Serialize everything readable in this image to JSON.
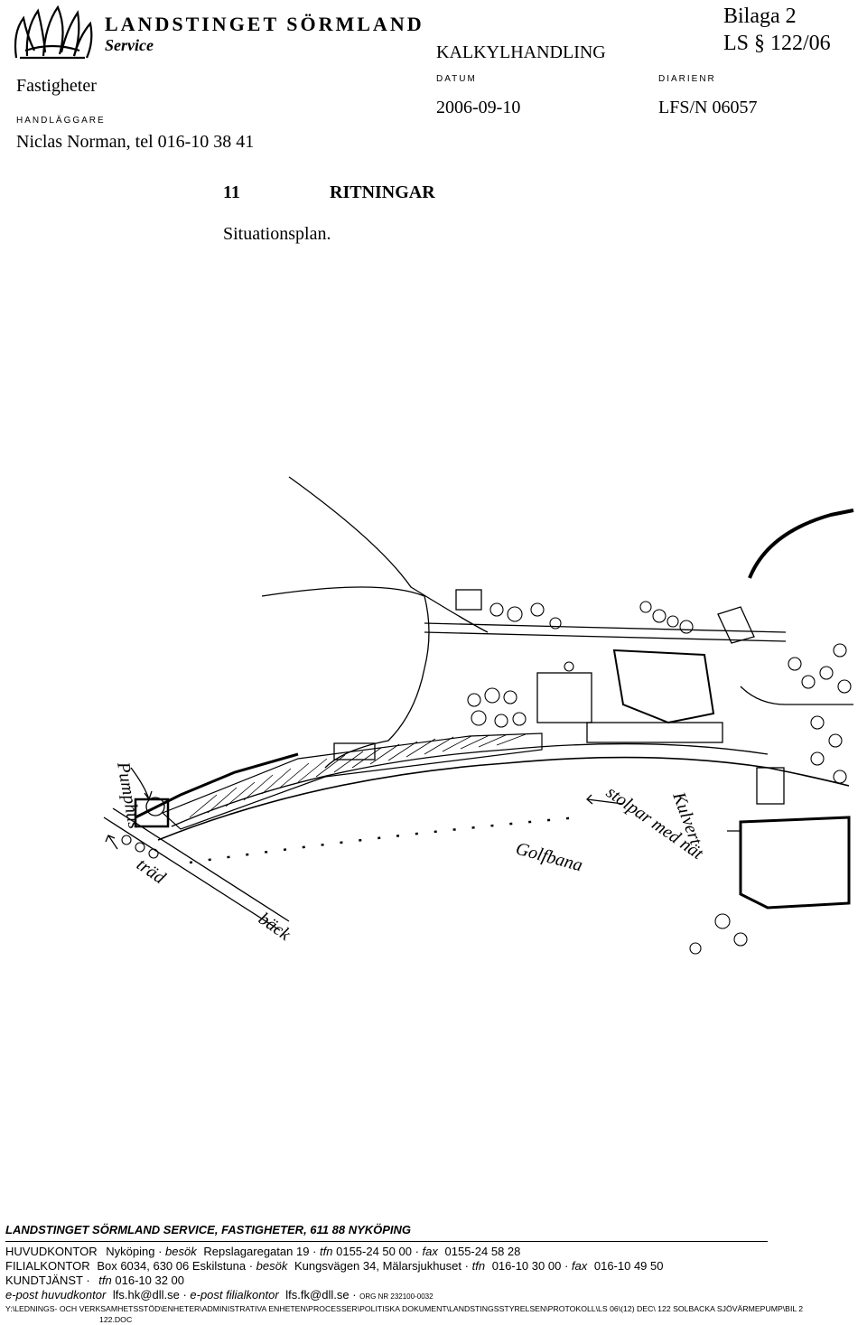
{
  "header": {
    "org_line1": "LANDSTINGET SÖRMLAND",
    "org_line2": "Service",
    "department": "Fastigheter",
    "handler_label": "HANDLÄGGARE",
    "handler": "Niclas Norman, tel 016-10 38 41",
    "doc_type": "KALKYLHANDLING",
    "date_label": "DATUM",
    "date": "2006-09-10",
    "registry_label": "DIARIENR",
    "registry": "LFS/N 06057",
    "attachment": "Bilaga 2",
    "case_ref": "LS § 122/06"
  },
  "section": {
    "number": "11",
    "title": "RITNINGAR",
    "subtitle": "Situationsplan."
  },
  "drawing": {
    "labels": [
      "Pumphus",
      "stolpar med nät",
      "Golfbana",
      "Kulvert",
      "träd",
      "bäck"
    ]
  },
  "footer": {
    "org_line": "LANDSTINGET SÖRMLAND SERVICE, FASTIGHETER, 611 88 NYKÖPING",
    "hq": {
      "name": "HUVUDKONTOR",
      "city": "Nyköping",
      "visit_label": "besök",
      "visit": "Repslagaregatan 19",
      "tel_label": "tfn",
      "tel": "0155-24 50 00",
      "fax_label": "fax",
      "fax": "0155-24 58 28"
    },
    "branch": {
      "name": "FILIALKONTOR",
      "box": "Box 6034, 630 06 Eskilstuna",
      "visit_label": "besök",
      "visit": "Kungsvägen 34, Mälarsjukhuset",
      "tel_label": "tfn",
      "tel": "016-10 30 00",
      "fax_label": "fax",
      "fax": "016-10 49 50"
    },
    "service": {
      "name": "KUNDTJÄNST",
      "tel_label": "tfn",
      "tel": "016-10 32 00"
    },
    "email": {
      "hq_label": "e-post huvudkontor",
      "hq": "lfs.hk@dll.se",
      "branch_label": "e-post filialkontor",
      "branch": "lfs.fk@dll.se",
      "org_nr": "ORG NR 232100-0032"
    },
    "path_line1": "Y:\\LEDNINGS- OCH VERKSAMHETSSTÖD\\ENHETER\\ADMINISTRATIVA ENHETEN\\PROCESSER\\POLITISKA DOKUMENT\\LANDSTINGSSTYRELSEN\\PROTOKOLL\\LS 06\\(12) DEC\\ 122 SOLBACKA SJÖVÄRMEPUMP\\BIL 2",
    "path_line2": "122.DOC"
  }
}
